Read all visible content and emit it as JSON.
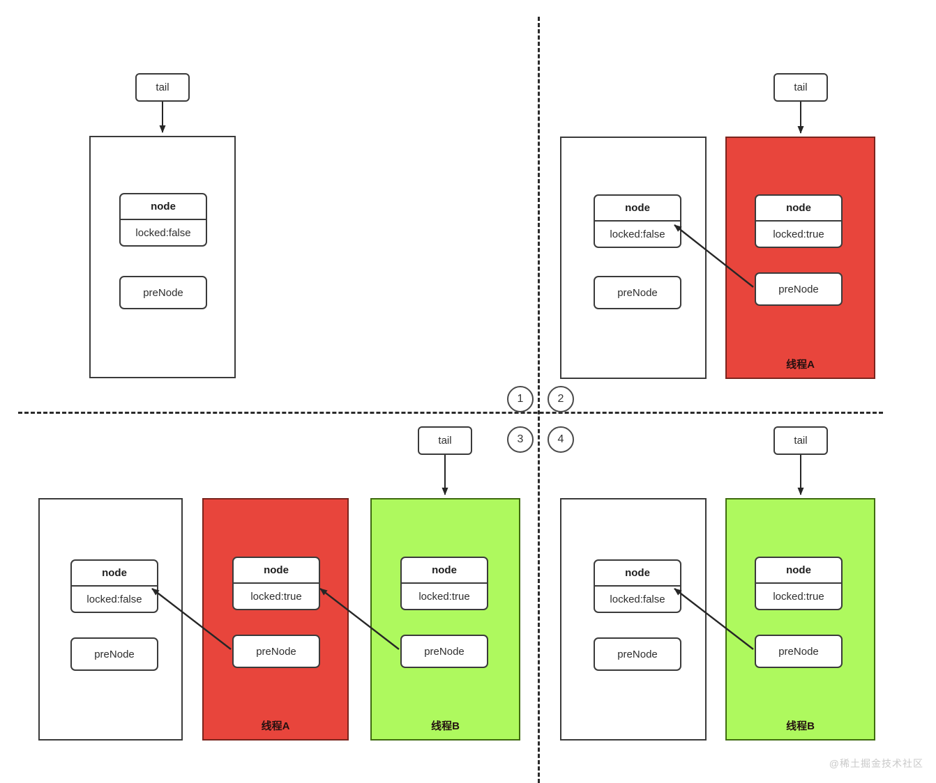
{
  "meta": {
    "watermark": "@稀土掘金技术社区",
    "colors": {
      "thread_a_fill": "#e8453c",
      "thread_b_fill": "#aef95e",
      "stroke": "#3a3a3a",
      "divider": "#2b2b2b"
    }
  },
  "labels": {
    "tail": "tail",
    "node": "node",
    "prenode": "preNode",
    "locked_false": "locked:false",
    "locked_true": "locked:true",
    "thread_a": "线程A",
    "thread_b": "线程B"
  },
  "steps": [
    {
      "id": 1,
      "number": "1"
    },
    {
      "id": 2,
      "number": "2"
    },
    {
      "id": 3,
      "number": "3"
    },
    {
      "id": 4,
      "number": "4"
    }
  ],
  "quadrants": [
    {
      "id": "q1",
      "step": "1",
      "panels": [
        {
          "id": "q1-p1",
          "kind": "shared",
          "fill": "white",
          "label": "",
          "tail_pointer": true,
          "node": {
            "title": "node",
            "value": "locked:false"
          },
          "prenode": {
            "title": "preNode"
          }
        }
      ],
      "arrows": []
    },
    {
      "id": "q2",
      "step": "2",
      "panels": [
        {
          "id": "q2-p1",
          "kind": "shared",
          "fill": "white",
          "label": "",
          "tail_pointer": false,
          "node": {
            "title": "node",
            "value": "locked:false"
          },
          "prenode": {
            "title": "preNode"
          }
        },
        {
          "id": "q2-p2",
          "kind": "thread",
          "fill": "red",
          "label": "线程A",
          "tail_pointer": true,
          "node": {
            "title": "node",
            "value": "locked:true"
          },
          "prenode": {
            "title": "preNode"
          }
        }
      ],
      "arrows": [
        {
          "from": "q2-p2.prenode",
          "to": "q2-p1.node"
        }
      ]
    },
    {
      "id": "q3",
      "step": "3",
      "panels": [
        {
          "id": "q3-p1",
          "kind": "shared",
          "fill": "white",
          "label": "",
          "tail_pointer": false,
          "node": {
            "title": "node",
            "value": "locked:false"
          },
          "prenode": {
            "title": "preNode"
          }
        },
        {
          "id": "q3-p2",
          "kind": "thread",
          "fill": "red",
          "label": "线程A",
          "tail_pointer": false,
          "node": {
            "title": "node",
            "value": "locked:true"
          },
          "prenode": {
            "title": "preNode"
          }
        },
        {
          "id": "q3-p3",
          "kind": "thread",
          "fill": "green",
          "label": "线程B",
          "tail_pointer": true,
          "node": {
            "title": "node",
            "value": "locked:true"
          },
          "prenode": {
            "title": "preNode"
          }
        }
      ],
      "arrows": [
        {
          "from": "q3-p2.prenode",
          "to": "q3-p1.node"
        },
        {
          "from": "q3-p3.prenode",
          "to": "q3-p2.node"
        }
      ]
    },
    {
      "id": "q4",
      "step": "4",
      "panels": [
        {
          "id": "q4-p1",
          "kind": "shared",
          "fill": "white",
          "label": "",
          "tail_pointer": false,
          "node": {
            "title": "node",
            "value": "locked:false"
          },
          "prenode": {
            "title": "preNode"
          }
        },
        {
          "id": "q4-p2",
          "kind": "thread",
          "fill": "green",
          "label": "线程B",
          "tail_pointer": true,
          "node": {
            "title": "node",
            "value": "locked:true"
          },
          "prenode": {
            "title": "preNode"
          }
        }
      ],
      "arrows": [
        {
          "from": "q4-p2.prenode",
          "to": "q4-p1.node"
        }
      ]
    }
  ]
}
